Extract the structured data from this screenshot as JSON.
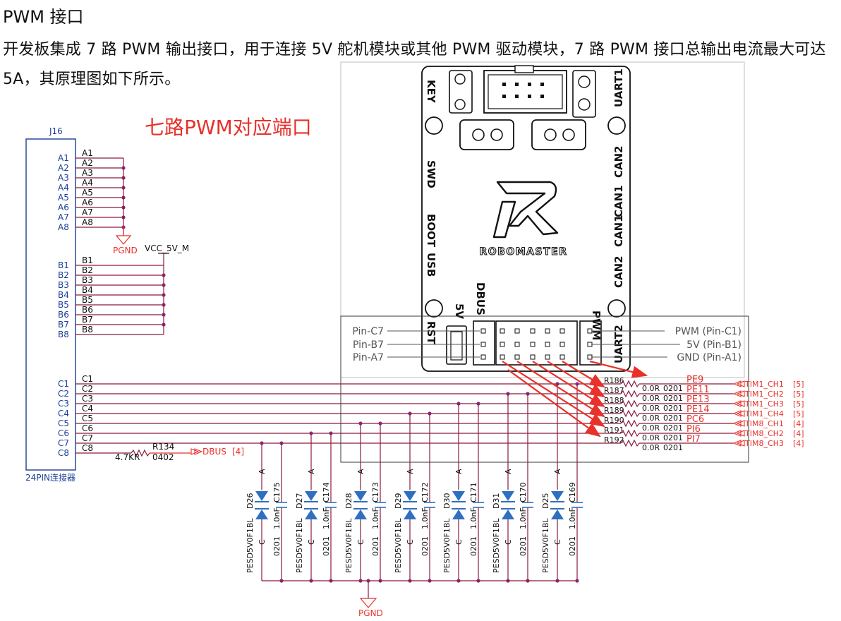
{
  "heading": "PWM 接口",
  "intro": "开发板集成 7 路 PWM 输出接口，用于连接 5V 舵机模块或其他 PWM 驱动模块，7 路 PWM 接口总输出电流最大可达 5A，其原理图如下所示。",
  "colors": {
    "wire": "#8b1a3c",
    "arrow": "#e8312a",
    "diode": "#2f6fc0",
    "sch": "#1b3f95"
  },
  "callout": "七路PWM对应端口",
  "connector": {
    "ref": "J16",
    "desc": "24PIN连接器",
    "rowA": [
      "A1",
      "A2",
      "A3",
      "A4",
      "A5",
      "A6",
      "A7",
      "A8"
    ],
    "rowB": [
      "B1",
      "B2",
      "B3",
      "B4",
      "B5",
      "B6",
      "B7",
      "B8"
    ],
    "rowC": [
      "C1",
      "C2",
      "C3",
      "C4",
      "C5",
      "C6",
      "C7",
      "C8"
    ]
  },
  "power": {
    "gnd_top": "PGND",
    "vcc": "VCC_5V_M",
    "gnd_bottom": "PGND"
  },
  "r134": {
    "ref": "R134",
    "value": "4.7KR",
    "pkg": "0402",
    "net": "DBUS",
    "page": "[4]"
  },
  "resistors": [
    {
      "ref": "R186",
      "value": "0.0R",
      "pkg": "0201",
      "port": "PE9",
      "net": "TIM1_CH1",
      "page": "[5]"
    },
    {
      "ref": "R187",
      "value": "0.0R",
      "pkg": "0201",
      "port": "PE11",
      "net": "TIM1_CH2",
      "page": "[5]"
    },
    {
      "ref": "R188",
      "value": "0.0R",
      "pkg": "0201",
      "port": "PE13",
      "net": "TIM1_CH3",
      "page": "[5]"
    },
    {
      "ref": "R189",
      "value": "0.0R",
      "pkg": "0201",
      "port": "PE14",
      "net": "TIM1_CH4",
      "page": "[5]"
    },
    {
      "ref": "R190",
      "value": "0.0R",
      "pkg": "0201",
      "port": "PC6",
      "net": "TIM8_CH1",
      "page": "[4]"
    },
    {
      "ref": "R191",
      "value": "0.0R",
      "pkg": "0201",
      "port": "PI6",
      "net": "TIM8_CH2",
      "page": "[4]"
    },
    {
      "ref": "R192",
      "value": "0.0R",
      "pkg": "0201",
      "port": "PI7",
      "net": "TIM8_CH3",
      "page": "[4]"
    }
  ],
  "protection": [
    {
      "diode": "D26",
      "cap": "C175"
    },
    {
      "diode": "D27",
      "cap": "C174"
    },
    {
      "diode": "D28",
      "cap": "C173"
    },
    {
      "diode": "D29",
      "cap": "C172"
    },
    {
      "diode": "D30",
      "cap": "C171"
    },
    {
      "diode": "D31",
      "cap": "C170"
    },
    {
      "diode": "D25",
      "cap": "C169"
    }
  ],
  "protection_common": {
    "part": "PESD5V0F1BL",
    "anode": "A",
    "cathode": "C",
    "cap_value": "1.0nF",
    "cap_pkg": "0201"
  },
  "board": {
    "brand": "ROBOMASTER",
    "labels_left": [
      "KEY",
      "SWD",
      "BOOT",
      "USB",
      "5V",
      "DBUS",
      "RST"
    ],
    "labels_right": [
      "UART1",
      "CAN2",
      "CAN1",
      "CAN1",
      "CAN2",
      "PWM",
      "UART2"
    ],
    "pins_left": [
      "Pin-C7",
      "Pin-B7",
      "Pin-A7"
    ],
    "pins_right": [
      "PWM (Pin-C1)",
      "5V (Pin-B1)",
      "GND (Pin-A1)"
    ]
  }
}
